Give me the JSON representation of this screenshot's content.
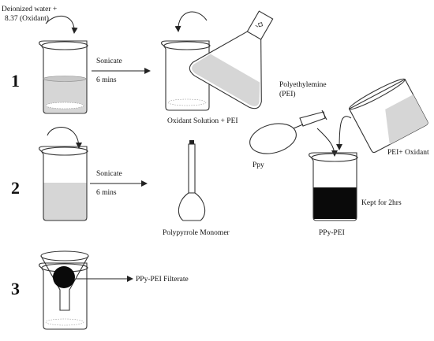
{
  "steps": [
    "1",
    "2",
    "3"
  ],
  "labels": {
    "deionized_water": "Deionized water +",
    "oxidant_amount": "8.37 (Oxidant)",
    "sonicate_1": "Sonicate",
    "sonicate_1_time": "6 mins",
    "oxidant_solution_pei": "Oxidant Solution + PEI",
    "polyethylemine": "Polyethylemine",
    "pei_abbrev": "(PEI)",
    "ppy": "Ppy",
    "pei_oxidant": "PEI+ Oxidant",
    "kept_for": "Kept for 2hrs",
    "ppy_pei": "PPy-PEI",
    "sonicate_2": "Sonicate",
    "sonicate_2_time": "6 mins",
    "polypyrrole_monomer": "Polypyrrole Monomer",
    "filterate": "PPy-PEI Filterate"
  },
  "colors": {
    "liquid": "#d6d6d6",
    "dark_liquid": "#0a0a0a",
    "outline": "#333333"
  }
}
